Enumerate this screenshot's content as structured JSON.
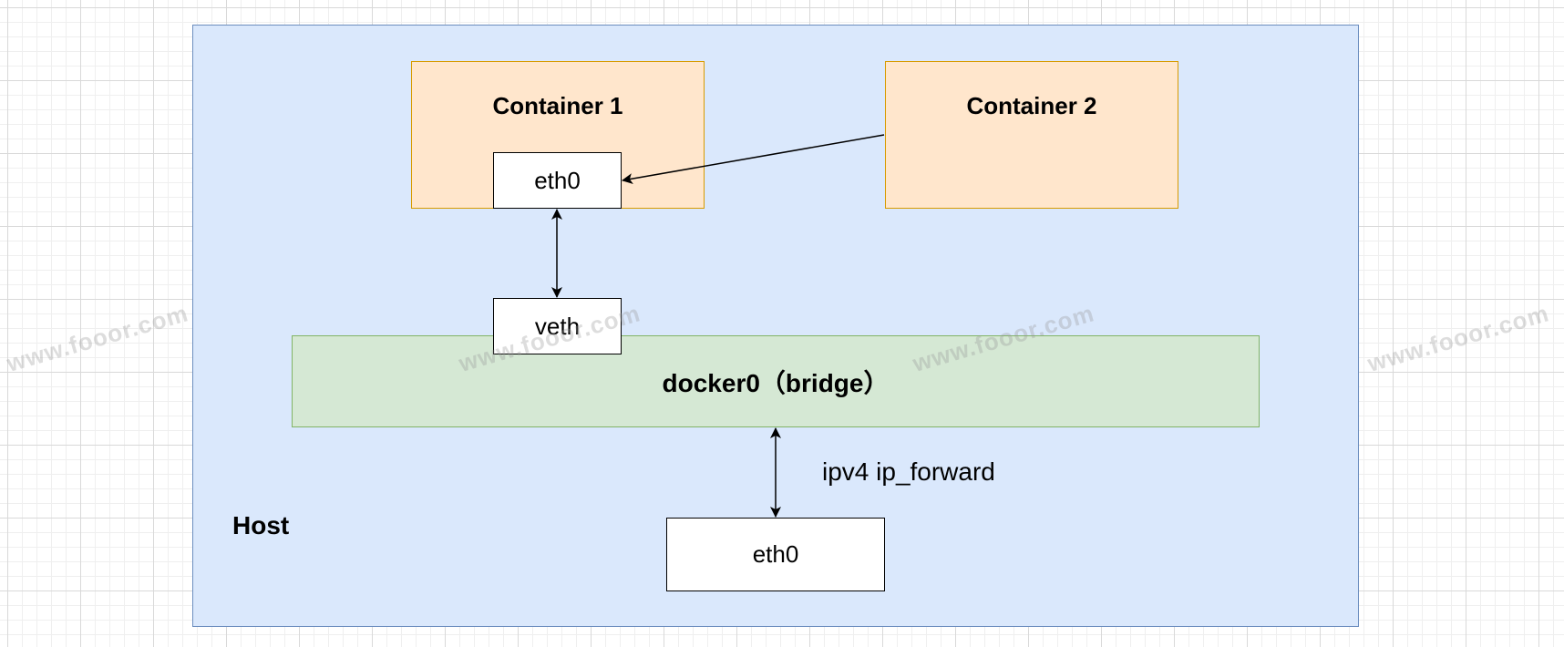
{
  "diagram": {
    "host": {
      "label": "Host"
    },
    "container1": {
      "title": "Container  1",
      "eth0_label": "eth0"
    },
    "container2": {
      "title": "Container  2"
    },
    "veth": {
      "label": "veth"
    },
    "bridge": {
      "label": "docker0（bridge）"
    },
    "host_eth0": {
      "label": "eth0"
    },
    "forward_label": "ipv4 ip_forward"
  },
  "watermark": "www.fooor.com",
  "colors": {
    "host_fill": "#dae8fc",
    "host_stroke": "#6c8ebf",
    "container_fill": "#ffe6cc",
    "container_stroke": "#d79b00",
    "bridge_fill": "#d5e8d4",
    "bridge_stroke": "#82b366"
  }
}
